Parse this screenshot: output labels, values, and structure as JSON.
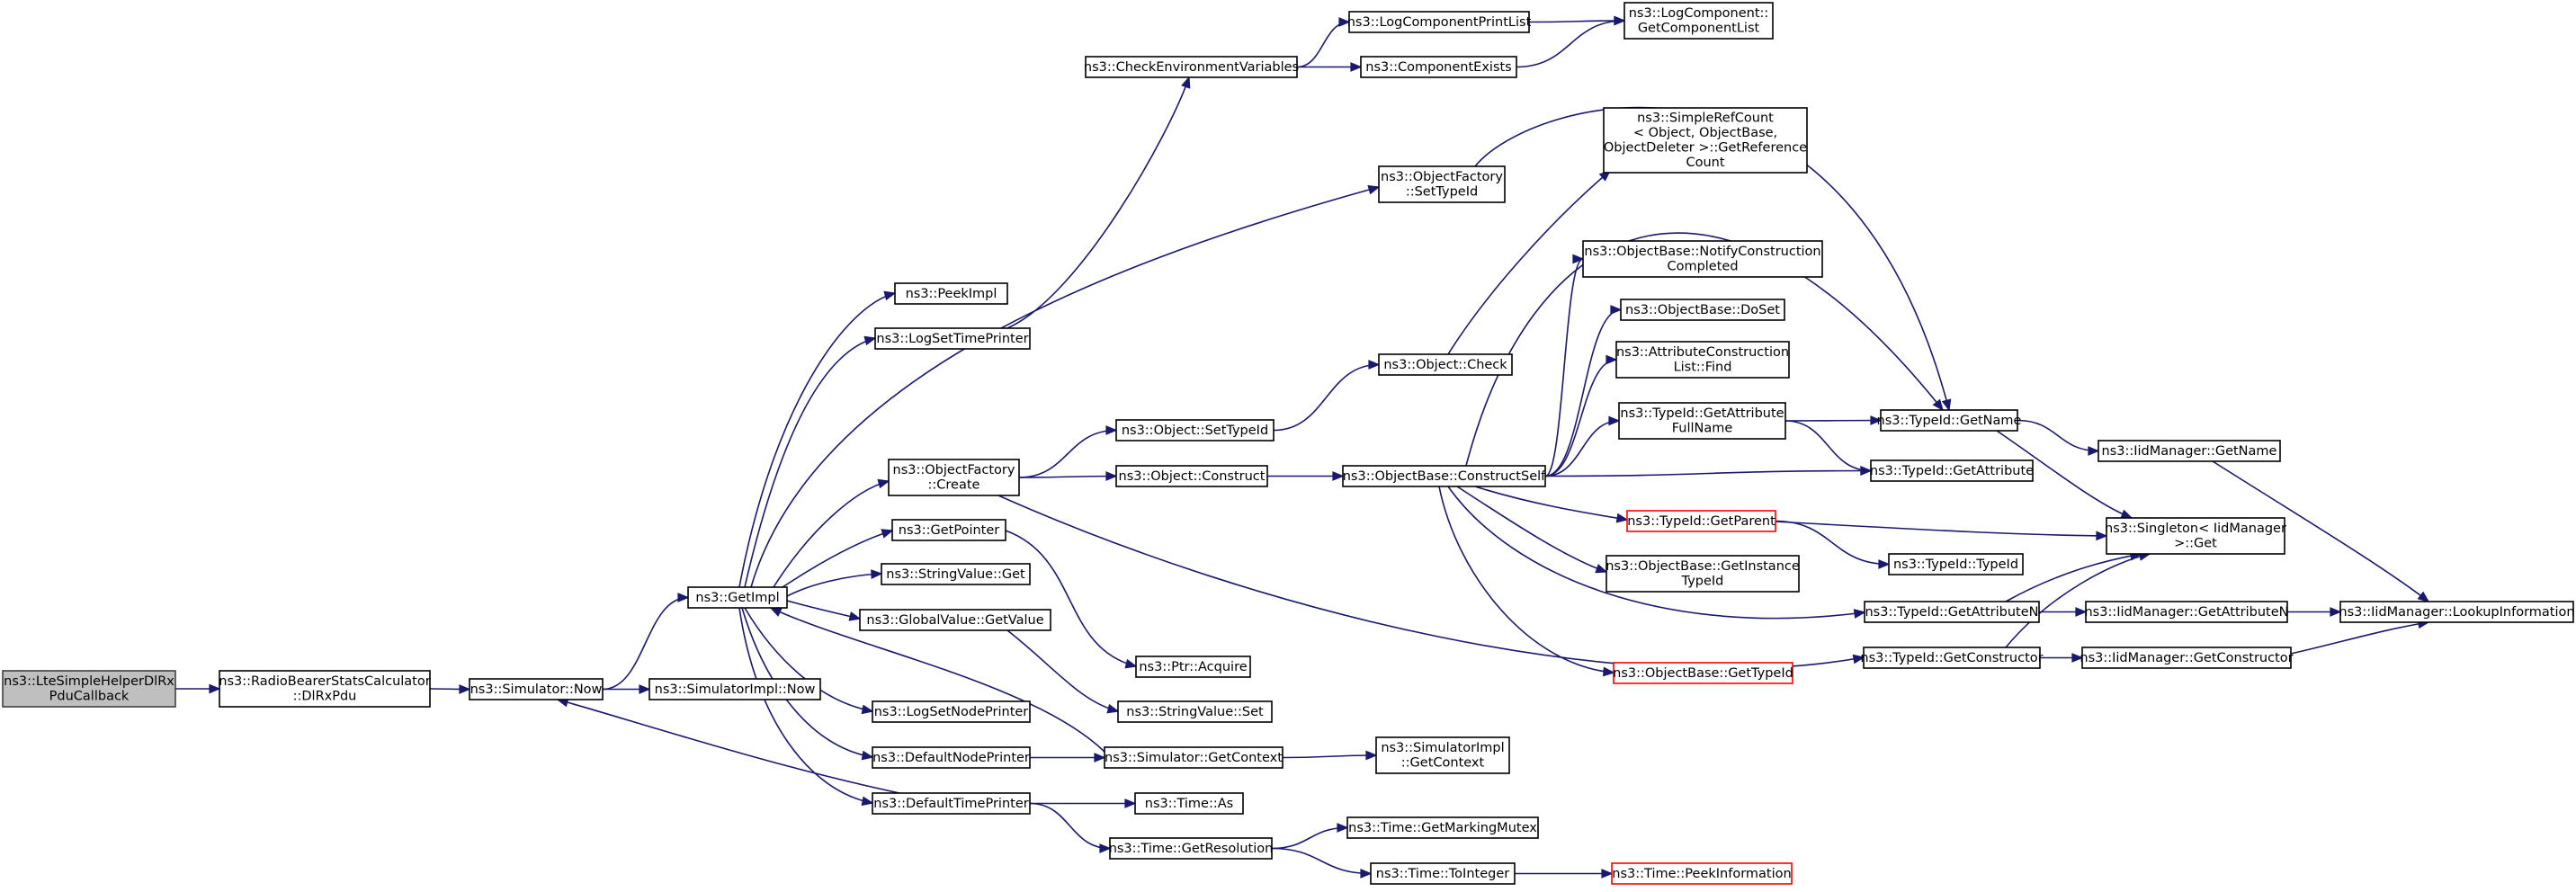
{
  "colors": {
    "edge": "#191970",
    "root_fill": "#bfbfbf",
    "truncated_border": "#ff0000"
  },
  "nodes": [
    {
      "id": "root",
      "lines": [
        "ns3::LteSimpleHelperDlRx",
        "PduCallback"
      ],
      "style": "root"
    },
    {
      "id": "rbsc",
      "lines": [
        "ns3::RadioBearerStatsCalculator",
        "::DlRxPdu"
      ]
    },
    {
      "id": "simnow",
      "lines": [
        "ns3::Simulator::Now"
      ]
    },
    {
      "id": "simimplnow",
      "lines": [
        "ns3::SimulatorImpl::Now"
      ]
    },
    {
      "id": "getimpl",
      "lines": [
        "ns3::GetImpl"
      ]
    },
    {
      "id": "checkenv",
      "lines": [
        "ns3::CheckEnvironmentVariables"
      ]
    },
    {
      "id": "lcprintlist",
      "lines": [
        "ns3::LogComponentPrintList"
      ]
    },
    {
      "id": "lcgetlist",
      "lines": [
        "ns3::LogComponent::",
        "GetComponentList"
      ]
    },
    {
      "id": "compexists",
      "lines": [
        "ns3::ComponentExists"
      ]
    },
    {
      "id": "peekimpl",
      "lines": [
        "ns3::PeekImpl"
      ]
    },
    {
      "id": "logsettime",
      "lines": [
        "ns3::LogSetTimePrinter"
      ]
    },
    {
      "id": "ofsettype",
      "lines": [
        "ns3::ObjectFactory",
        "::SetTypeId"
      ]
    },
    {
      "id": "srcgetref",
      "lines": [
        "ns3::SimpleRefCount",
        "< Object, ObjectBase,",
        "ObjectDeleter >::GetReference",
        "Count"
      ]
    },
    {
      "id": "obnotify",
      "lines": [
        "ns3::ObjectBase::NotifyConstruction",
        "Completed"
      ]
    },
    {
      "id": "obdoset",
      "lines": [
        "ns3::ObjectBase::DoSet"
      ]
    },
    {
      "id": "acfind",
      "lines": [
        "ns3::AttributeConstruction",
        "List::Find"
      ]
    },
    {
      "id": "objcheck",
      "lines": [
        "ns3::Object::Check"
      ]
    },
    {
      "id": "tidgetattrfull",
      "lines": [
        "ns3::TypeId::GetAttribute",
        "FullName"
      ]
    },
    {
      "id": "tidgetname",
      "lines": [
        "ns3::TypeId::GetName"
      ]
    },
    {
      "id": "iidgetname",
      "lines": [
        "ns3::IidManager::GetName"
      ]
    },
    {
      "id": "objsettype",
      "lines": [
        "ns3::Object::SetTypeId"
      ]
    },
    {
      "id": "ofcreate",
      "lines": [
        "ns3::ObjectFactory",
        "::Create"
      ]
    },
    {
      "id": "objconstruct",
      "lines": [
        "ns3::Object::Construct"
      ]
    },
    {
      "id": "obconstructself",
      "lines": [
        "ns3::ObjectBase::ConstructSelf"
      ]
    },
    {
      "id": "tidgetattr",
      "lines": [
        "ns3::TypeId::GetAttribute"
      ]
    },
    {
      "id": "tidgetparent",
      "lines": [
        "ns3::TypeId::GetParent"
      ],
      "style": "trunc"
    },
    {
      "id": "singleton",
      "lines": [
        "ns3::Singleton< IidManager",
        ">::Get"
      ]
    },
    {
      "id": "getpointer",
      "lines": [
        "ns3::GetPointer"
      ]
    },
    {
      "id": "tidtypeid",
      "lines": [
        "ns3::TypeId::TypeId"
      ]
    },
    {
      "id": "obgetinst",
      "lines": [
        "ns3::ObjectBase::GetInstance",
        "TypeId"
      ]
    },
    {
      "id": "stringvalget",
      "lines": [
        "ns3::StringValue::Get"
      ]
    },
    {
      "id": "globalvalget",
      "lines": [
        "ns3::GlobalValue::GetValue"
      ]
    },
    {
      "id": "tidgetattrn",
      "lines": [
        "ns3::TypeId::GetAttributeN"
      ]
    },
    {
      "id": "iidgetattrn",
      "lines": [
        "ns3::IidManager::GetAttributeN"
      ]
    },
    {
      "id": "iidlookup",
      "lines": [
        "ns3::IidManager::LookupInformation"
      ]
    },
    {
      "id": "tidgetctor",
      "lines": [
        "ns3::TypeId::GetConstructor"
      ]
    },
    {
      "id": "iidgetctor",
      "lines": [
        "ns3::IidManager::GetConstructor"
      ]
    },
    {
      "id": "ptracquire",
      "lines": [
        "ns3::Ptr::Acquire"
      ]
    },
    {
      "id": "obgettypeid",
      "lines": [
        "ns3::ObjectBase::GetTypeId"
      ],
      "style": "trunc"
    },
    {
      "id": "stringvalset",
      "lines": [
        "ns3::StringValue::Set"
      ]
    },
    {
      "id": "logsetnode",
      "lines": [
        "ns3::LogSetNodePrinter"
      ]
    },
    {
      "id": "defnode",
      "lines": [
        "ns3::DefaultNodePrinter"
      ]
    },
    {
      "id": "simgetctx",
      "lines": [
        "ns3::Simulator::GetContext"
      ]
    },
    {
      "id": "simimplctx",
      "lines": [
        "ns3::SimulatorImpl",
        "::GetContext"
      ]
    },
    {
      "id": "deftime",
      "lines": [
        "ns3::DefaultTimePrinter"
      ]
    },
    {
      "id": "timeas",
      "lines": [
        "ns3::Time::As"
      ]
    },
    {
      "id": "timegetmm",
      "lines": [
        "ns3::Time::GetMarkingMutex"
      ]
    },
    {
      "id": "timegetres",
      "lines": [
        "ns3::Time::GetResolution"
      ]
    },
    {
      "id": "timetoint",
      "lines": [
        "ns3::Time::ToInteger"
      ]
    },
    {
      "id": "timepeek",
      "lines": [
        "ns3::Time::PeekInformation"
      ],
      "style": "trunc"
    }
  ],
  "edges": [
    [
      "root",
      "rbsc"
    ],
    [
      "rbsc",
      "simnow"
    ],
    [
      "simnow",
      "simimplnow"
    ],
    [
      "simnow",
      "getimpl"
    ],
    [
      "getimpl",
      "peekimpl"
    ],
    [
      "getimpl",
      "logsettime"
    ],
    [
      "getimpl",
      "ofsettype"
    ],
    [
      "getimpl",
      "ofcreate"
    ],
    [
      "getimpl",
      "getpointer"
    ],
    [
      "getimpl",
      "stringvalget"
    ],
    [
      "getimpl",
      "globalvalget"
    ],
    [
      "getimpl",
      "logsetnode"
    ],
    [
      "getimpl",
      "defnode"
    ],
    [
      "getimpl",
      "deftime"
    ],
    [
      "logsettime",
      "checkenv"
    ],
    [
      "checkenv",
      "lcprintlist"
    ],
    [
      "checkenv",
      "compexists"
    ],
    [
      "lcprintlist",
      "lcgetlist"
    ],
    [
      "compexists",
      "lcgetlist"
    ],
    [
      "ofsettype",
      "tidgetname"
    ],
    [
      "ofcreate",
      "objsettype"
    ],
    [
      "ofcreate",
      "objconstruct"
    ],
    [
      "ofcreate",
      "tidgetctor"
    ],
    [
      "objsettype",
      "objcheck"
    ],
    [
      "objcheck",
      "srcgetref"
    ],
    [
      "objconstruct",
      "obconstructself"
    ],
    [
      "obconstructself",
      "tidgetname"
    ],
    [
      "obconstructself",
      "obnotify"
    ],
    [
      "obconstructself",
      "obdoset"
    ],
    [
      "obconstructself",
      "acfind"
    ],
    [
      "obconstructself",
      "tidgetattrfull"
    ],
    [
      "obconstructself",
      "tidgetattr"
    ],
    [
      "obconstructself",
      "tidgetparent"
    ],
    [
      "obconstructself",
      "obgetinst"
    ],
    [
      "obconstructself",
      "tidgetattrn"
    ],
    [
      "obconstructself",
      "obgettypeid"
    ],
    [
      "tidgetattrfull",
      "tidgetname"
    ],
    [
      "tidgetattrfull",
      "tidgetattr"
    ],
    [
      "tidgetname",
      "iidgetname"
    ],
    [
      "tidgetname",
      "singleton"
    ],
    [
      "iidgetname",
      "iidlookup"
    ],
    [
      "tidgetparent",
      "singleton"
    ],
    [
      "tidgetparent",
      "tidtypeid"
    ],
    [
      "tidgetattrn",
      "singleton"
    ],
    [
      "tidgetattrn",
      "iidgetattrn"
    ],
    [
      "iidgetattrn",
      "iidlookup"
    ],
    [
      "tidgetctor",
      "singleton"
    ],
    [
      "tidgetctor",
      "iidgetctor"
    ],
    [
      "iidgetctor",
      "iidlookup"
    ],
    [
      "getpointer",
      "ptracquire"
    ],
    [
      "globalvalget",
      "stringvalset"
    ],
    [
      "defnode",
      "simgetctx"
    ],
    [
      "simgetctx",
      "getimpl"
    ],
    [
      "simgetctx",
      "simimplctx"
    ],
    [
      "deftime",
      "simnow"
    ],
    [
      "deftime",
      "timeas"
    ],
    [
      "deftime",
      "timegetres"
    ],
    [
      "timegetres",
      "timegetmm"
    ],
    [
      "timegetres",
      "timetoint"
    ],
    [
      "timetoint",
      "timepeek"
    ]
  ]
}
